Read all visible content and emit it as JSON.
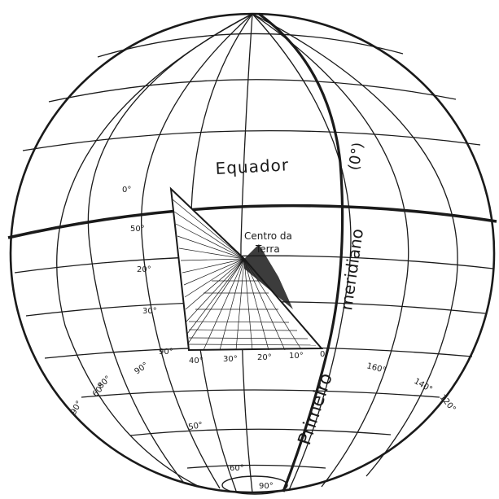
{
  "labels": {
    "equator": "Equador",
    "zero_degree": "(0°)",
    "prime_meridian_line1": "Primeiro",
    "prime_meridian_line2": "meridiano",
    "earth_center_line1": "Centro da",
    "earth_center_line2": "Terra"
  },
  "latitude_ticks": [
    "0°",
    "50°",
    "20°",
    "30°",
    "90°"
  ],
  "longitude_ticks": [
    "40°",
    "30°",
    "20°",
    "10°",
    "0°"
  ],
  "outer_ticks_left": [
    "90°",
    "60°",
    "90°",
    "50°"
  ],
  "outer_ticks_right": [
    "160°",
    "140°",
    "120°"
  ],
  "bottom_ticks": [
    "80°",
    "60°",
    "90°"
  ],
  "colors": {
    "ink": "#1a1a1a",
    "background": "#ffffff"
  }
}
